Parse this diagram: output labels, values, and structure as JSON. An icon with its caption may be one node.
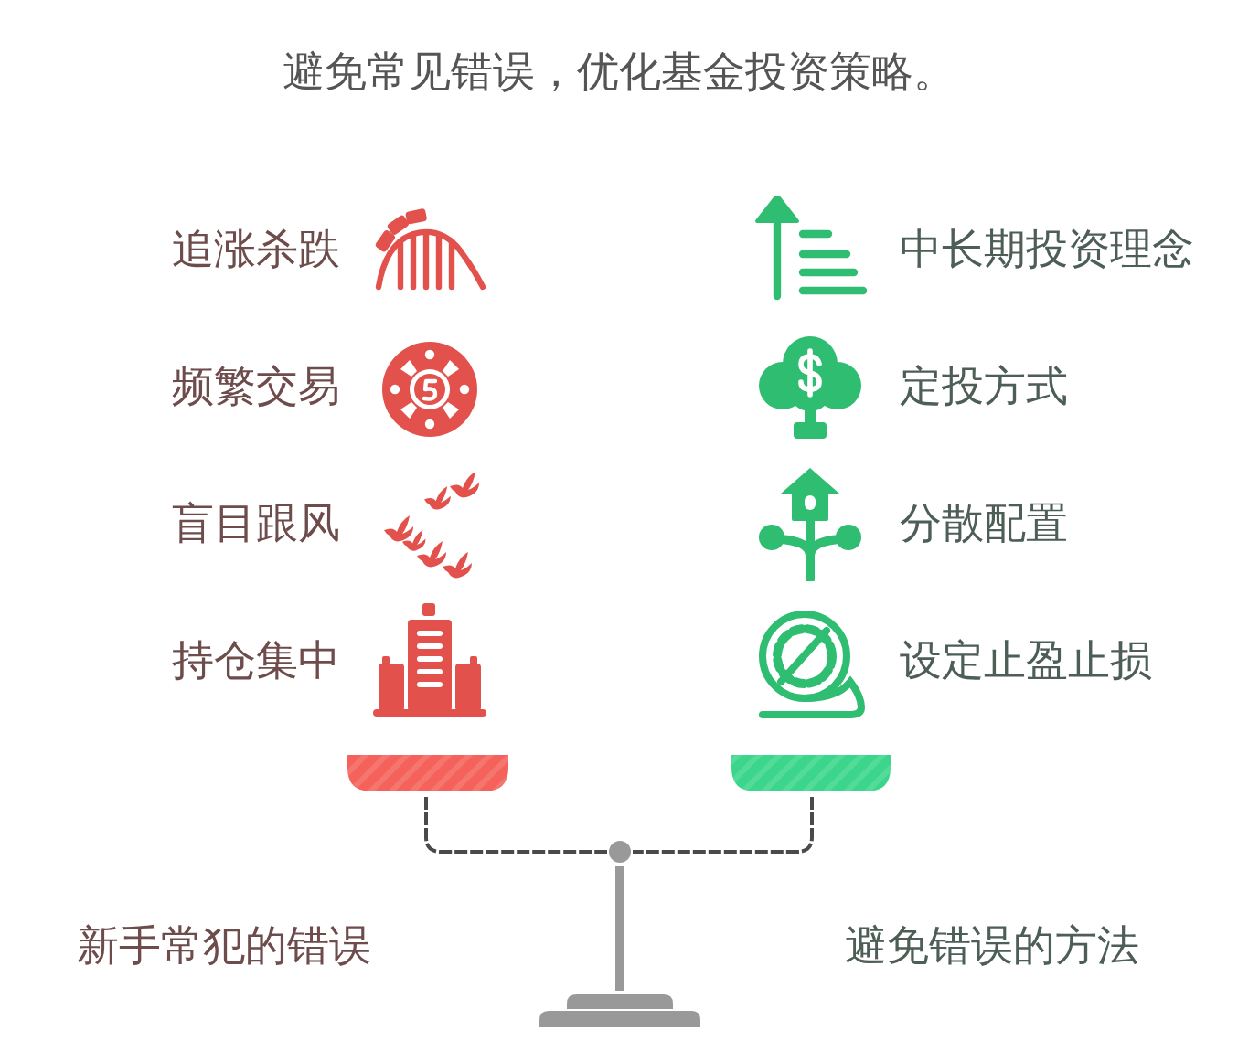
{
  "diagram": {
    "title": "避免常见错误，优化基金投资策略。",
    "labels": [
      "追涨杀跌",
      "中长期投资理念",
      "频繁交易",
      "定投方式",
      "盲目跟风",
      "分散配置",
      "持仓集中",
      "设定止盈止损",
      "新手常犯的错误",
      "避免错误的方法"
    ]
  }
}
